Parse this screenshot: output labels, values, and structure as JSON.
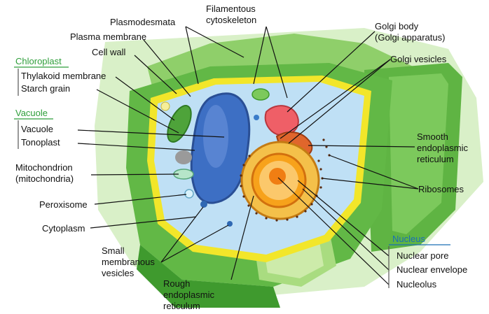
{
  "colors": {
    "leader": "#111111",
    "group_accent": "#2e9e3a",
    "nucleus_accent": "#1a6fb5",
    "cell_wall_outer": "#62b846",
    "cell_wall_dark": "#3f9a2e",
    "cell_wall_light": "#b8e08a",
    "background_tissue": "#d9f0c8",
    "plasma_membrane": "#f2e62a",
    "cytoplasm": "#bfe0f5",
    "vacuole": "#3d6fc4",
    "nucleus": "#f7a21b",
    "chloroplast": "#4ea33a"
  },
  "labels": {
    "plasmodesmata": "Plasmodesmata",
    "plasma_membrane": "Plasma membrane",
    "cell_wall": "Cell wall",
    "filamentous_1": "Filamentous",
    "filamentous_2": "cytoskeleton",
    "golgi_body_1": "Golgi body",
    "golgi_body_2": "(Golgi apparatus)",
    "golgi_vesicles": "Golgi vesicles",
    "thylakoid": "Thylakoid membrane",
    "starch": "Starch grain",
    "vacuole_item": "Vacuole",
    "tonoplast": "Tonoplast",
    "mito_1": "Mitochondrion",
    "mito_2": "(mitochondria)",
    "peroxisome": "Peroxisome",
    "cytoplasm": "Cytoplasm",
    "small_1": "Small",
    "small_2": "membranous",
    "small_3": "vesicles",
    "rough_1": "Rough",
    "rough_2": "endoplasmic",
    "rough_3": "reticulum",
    "smooth_1": "Smooth",
    "smooth_2": "endoplasmic",
    "smooth_3": "reticulum",
    "ribosomes": "Ribosomes",
    "nuclear_pore": "Nuclear pore",
    "nuclear_envelope": "Nuclear envelope",
    "nucleolus": "Nucleolus"
  },
  "groups": {
    "chloroplast": "Chloroplast",
    "vacuole": "Vacuole",
    "nucleus": "Nucleus"
  }
}
